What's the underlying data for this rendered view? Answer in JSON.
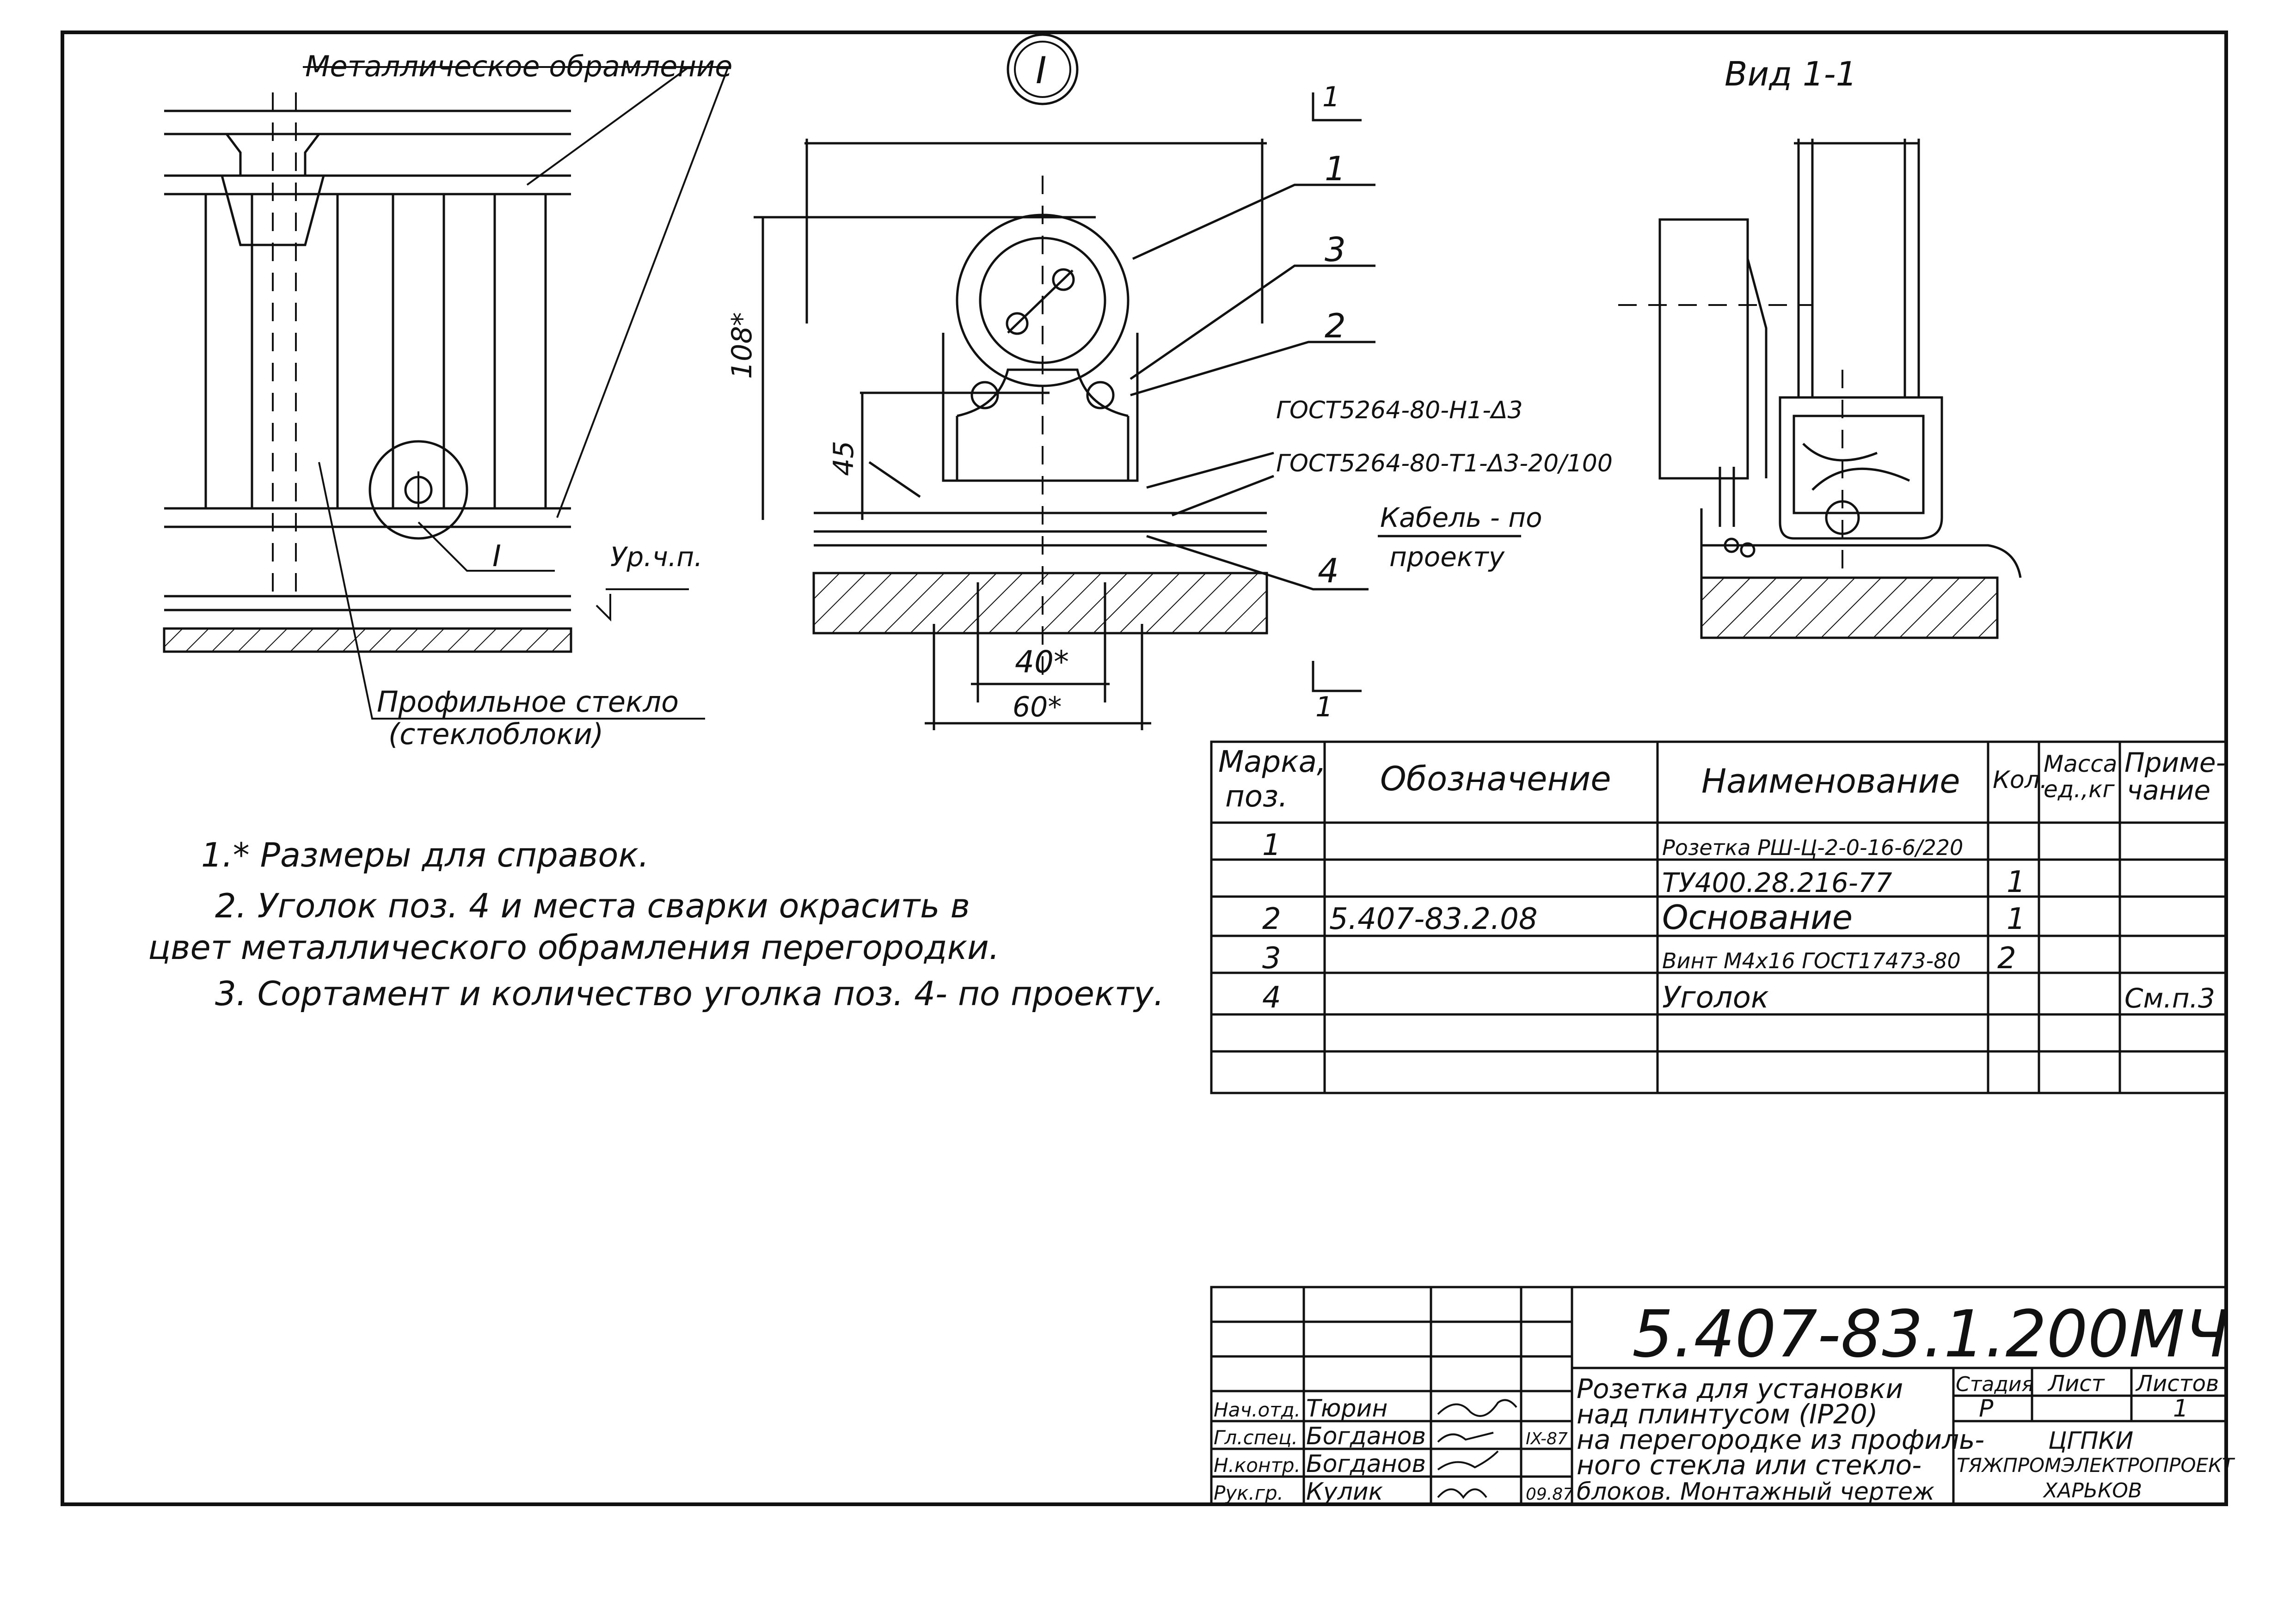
{
  "detail_plan": {
    "label_frame": "Металлическое обрамление",
    "label_glass_1": "Профильное стекло",
    "label_glass_2": "(стеклоблоки)",
    "label_floor": "Ур.ч.п.",
    "label_callout": "I"
  },
  "detail_I": {
    "callout_symbol": "I",
    "dim_height": "108*",
    "dim_45": "45",
    "dim_40": "40*",
    "dim_60": "60*",
    "pos_1": "1",
    "pos_2": "2",
    "pos_3": "3",
    "pos_4": "4",
    "weld_1": "ГОСТ5264-80-Н1-Δ3",
    "weld_2": "ГОСТ5264-80-Т1-Δ3-20/100",
    "cable_1": "Кабель - по",
    "cable_2": "проекту",
    "section_mark": "1"
  },
  "section_view": {
    "title": "Вид 1-1"
  },
  "notes": {
    "n1": "1.* Размеры для справок.",
    "n2a": "2. Уголок поз. 4 и места сварки окрасить в",
    "n2b": "цвет металлического обрамления перегородки.",
    "n3": "3. Сортамент и количество уголка поз. 4- по проекту."
  },
  "spec_table": {
    "headers": {
      "mark_1": "Марка,",
      "mark_2": "поз.",
      "designation": "Обозначение",
      "name": "Наименование",
      "qty": "Кол.",
      "mass_1": "Масса",
      "mass_2": "ед.,кг",
      "note_1": "Приме-",
      "note_2": "чание"
    },
    "rows": [
      {
        "pos": "1",
        "designation": "",
        "name": "Розетка РШ-Ц-2-0-16-6/220",
        "qty": "",
        "mass": "",
        "note": ""
      },
      {
        "pos": "",
        "designation": "",
        "name": "ТУ400.28.216-77",
        "qty": "1",
        "mass": "",
        "note": ""
      },
      {
        "pos": "2",
        "designation": "5.407-83.2.08",
        "name": "Основание",
        "qty": "1",
        "mass": "",
        "note": ""
      },
      {
        "pos": "3",
        "designation": "",
        "name": "Винт М4х16 ГОСТ17473-80",
        "qty": "2",
        "mass": "",
        "note": ""
      },
      {
        "pos": "4",
        "designation": "",
        "name": "Уголок",
        "qty": "",
        "mass": "",
        "note": "См.п.3"
      },
      {
        "pos": "",
        "designation": "",
        "name": "",
        "qty": "",
        "mass": "",
        "note": ""
      }
    ]
  },
  "title_block": {
    "doc_code": "5.407-83.1.200МЧ",
    "title_1": "Розетка для установки",
    "title_2": "над плинтусом (IP20)",
    "title_3": "на перегородке из профиль-",
    "title_4": "ного стекла или стекло-",
    "title_5": "блоков. Монтажный чертеж",
    "stage_label": "Стадия",
    "sheet_label": "Лист",
    "sheets_label": "Листов",
    "stage_value": "Р",
    "sheets_value": "1",
    "org_1": "ЦГПКИ",
    "org_2": "ТЯЖПРОМЭЛЕКТРОПРОЕКТ",
    "org_3": "ХАРЬКОВ",
    "people": [
      {
        "role": "Нач.отд.",
        "name": "Тюрин",
        "date": ""
      },
      {
        "role": "Гл.спец.",
        "name": "Богданов",
        "date": "IX-87"
      },
      {
        "role": "Н.контр.",
        "name": "Богданов",
        "date": ""
      },
      {
        "role": "Рук.гр.",
        "name": "Кулик",
        "date": "09.87"
      }
    ]
  }
}
